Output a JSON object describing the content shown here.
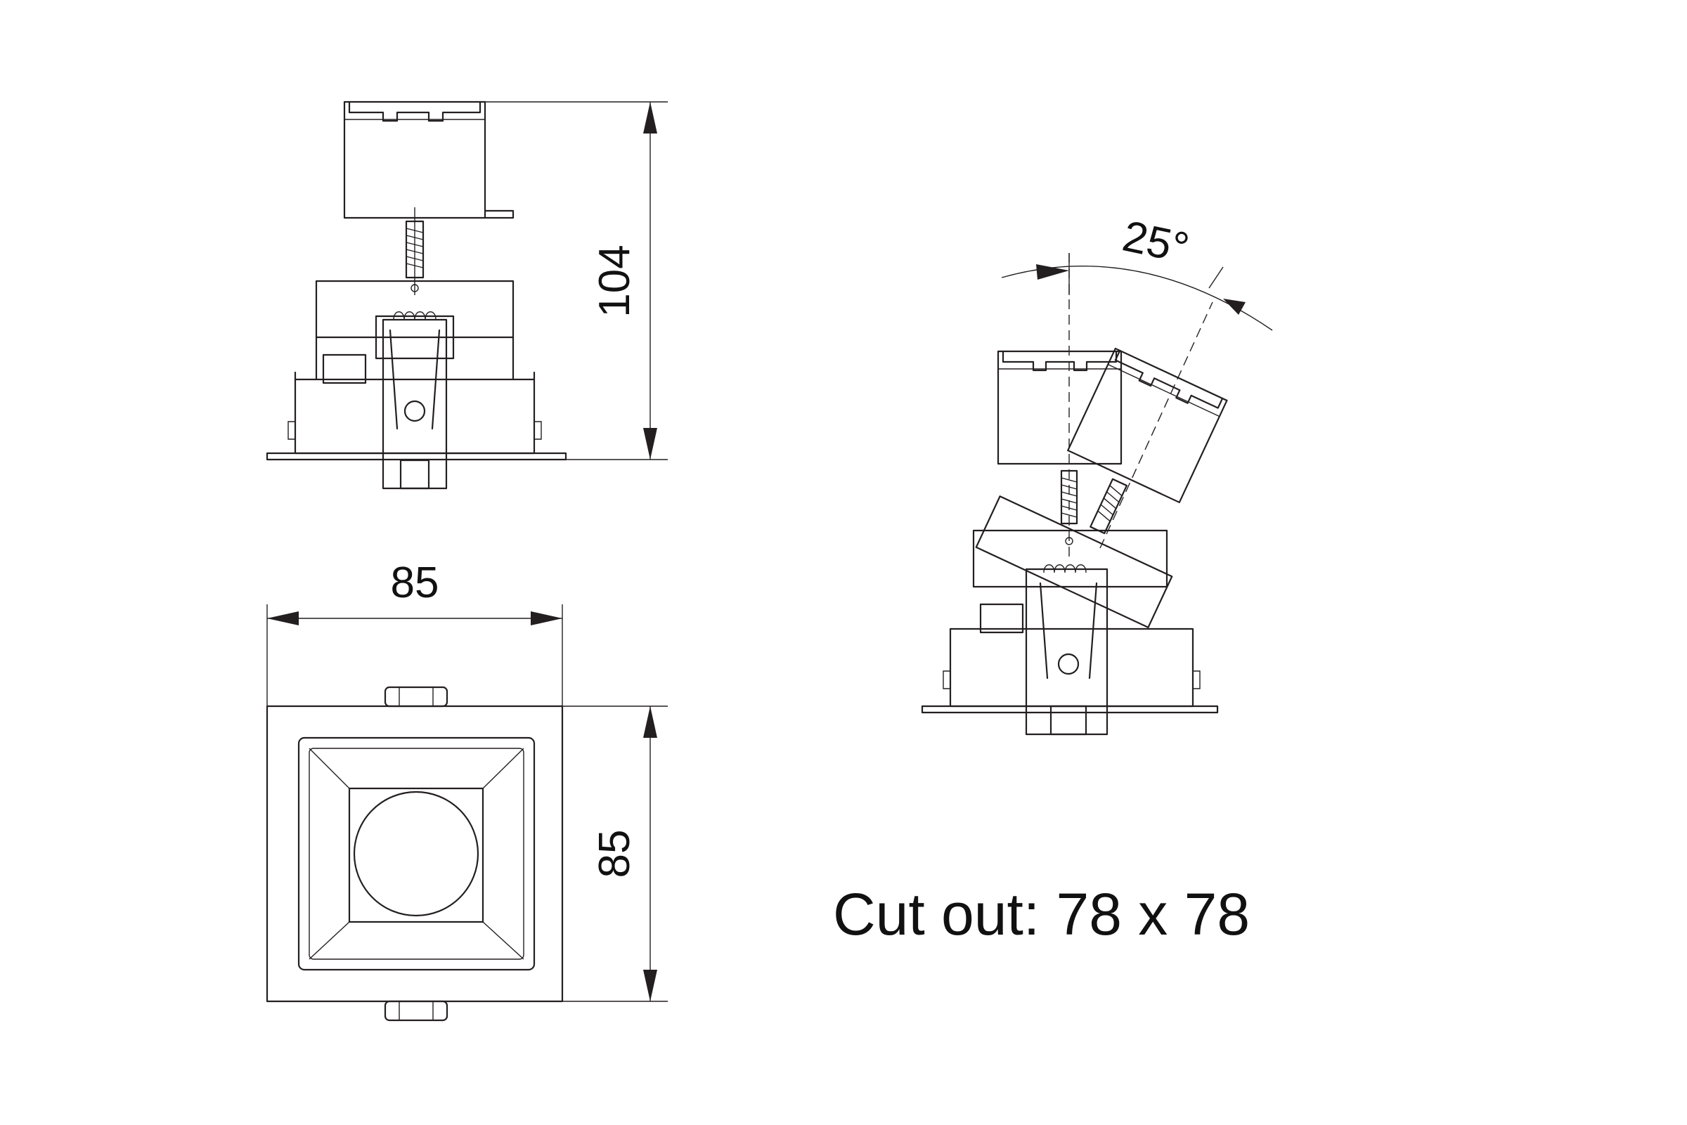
{
  "dimensions": {
    "height": "104",
    "width": "85",
    "depth": "85",
    "tilt_angle": "25°"
  },
  "note": "Cut out: 78 x 78",
  "colors": {
    "line": "#231f20",
    "background": "#ffffff"
  }
}
